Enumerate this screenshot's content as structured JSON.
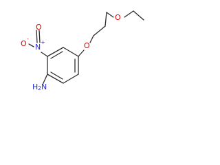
{
  "molecule": {
    "atoms": {
      "ether_oxygen_top": "O",
      "ether_oxygen_ring": "O",
      "nitro_nitrogen": "N",
      "nitro_plus": "+",
      "nitro_oxygen": "O",
      "nitro_minus": "-",
      "amine_nitrogen": "N",
      "amine_hydrogens": "H",
      "amine_h_count": "2"
    },
    "colors": {
      "bond": "#2b2b2b",
      "oxygen": "#e00000",
      "nitrogen": "#2a2ad6",
      "background": "#ffffff"
    }
  }
}
